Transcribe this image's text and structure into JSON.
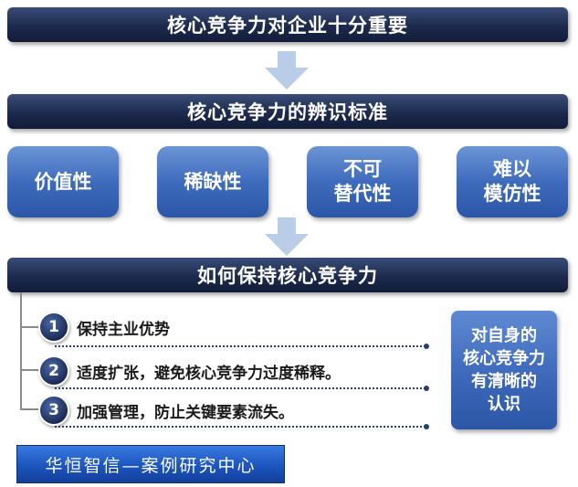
{
  "banners": {
    "top": "核心竞争力对企业十分重要",
    "criteria": "核心竞争力的辨识标准",
    "maintain": "如何保持核心竞争力"
  },
  "criteria": [
    "价值性",
    "稀缺性",
    "不可\n替代性",
    "难以\n模仿性"
  ],
  "steps": [
    {
      "number": "1",
      "text": "保持主业优势"
    },
    {
      "number": "2",
      "text": "适度扩张，避免核心竞争力过度稀释。"
    },
    {
      "number": "3",
      "text": "加强管理，防止关键要素流失。"
    }
  ],
  "side_note": "对自身的\n核心竞争力\n有清晰的\n认识",
  "watermark": "华恒智信—案例研究中心",
  "colors": {
    "banner_dark": "#1c2a4d",
    "box_blue": "#3f6bbd",
    "arrow": "#b9cde8",
    "connector": "#8a8a8a"
  }
}
